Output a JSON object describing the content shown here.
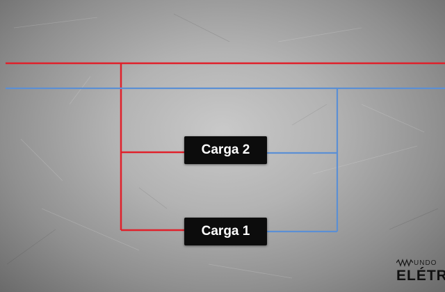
{
  "diagram": {
    "loads": [
      {
        "id": "load-2",
        "label": "Carga 2"
      },
      {
        "id": "load-1",
        "label": "Carga 1"
      }
    ],
    "wire_colors": {
      "phase": "#e0202a",
      "neutral": "#5b8fd4"
    },
    "background_color": "#b5b5b5"
  },
  "logo": {
    "top_text": "UNDO",
    "bottom_text": "ELÉTR"
  }
}
